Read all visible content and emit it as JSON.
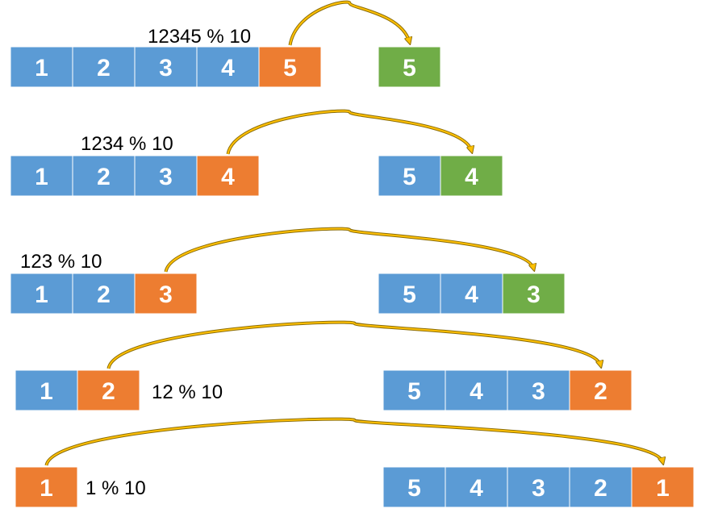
{
  "colors": {
    "normal": "#5b9bd5",
    "extracted": "#ed7d31",
    "placed": "#70ad47",
    "border": "#ffffff",
    "arrow": "#c9a227",
    "arrow_dark": "#8a6d0a",
    "arrow_head": "#ffc000"
  },
  "steps": [
    {
      "expression": "12345 % 10",
      "source": [
        {
          "label": "1",
          "state": "normal"
        },
        {
          "label": "2",
          "state": "normal"
        },
        {
          "label": "3",
          "state": "normal"
        },
        {
          "label": "4",
          "state": "normal"
        },
        {
          "label": "5",
          "state": "extracted"
        }
      ],
      "result": [
        {
          "label": "5",
          "state": "placed"
        }
      ]
    },
    {
      "expression": "1234 % 10",
      "source": [
        {
          "label": "1",
          "state": "normal"
        },
        {
          "label": "2",
          "state": "normal"
        },
        {
          "label": "3",
          "state": "normal"
        },
        {
          "label": "4",
          "state": "extracted"
        }
      ],
      "result": [
        {
          "label": "5",
          "state": "normal"
        },
        {
          "label": "4",
          "state": "placed"
        }
      ]
    },
    {
      "expression": "123 % 10",
      "source": [
        {
          "label": "1",
          "state": "normal"
        },
        {
          "label": "2",
          "state": "normal"
        },
        {
          "label": "3",
          "state": "extracted"
        }
      ],
      "result": [
        {
          "label": "5",
          "state": "normal"
        },
        {
          "label": "4",
          "state": "normal"
        },
        {
          "label": "3",
          "state": "placed"
        }
      ]
    },
    {
      "expression": "12 % 10",
      "source": [
        {
          "label": "1",
          "state": "normal"
        },
        {
          "label": "2",
          "state": "extracted"
        }
      ],
      "result": [
        {
          "label": "5",
          "state": "normal"
        },
        {
          "label": "4",
          "state": "normal"
        },
        {
          "label": "3",
          "state": "normal"
        },
        {
          "label": "2",
          "state": "extracted"
        }
      ]
    },
    {
      "expression": "1 % 10",
      "source": [
        {
          "label": "1",
          "state": "extracted"
        }
      ],
      "result": [
        {
          "label": "5",
          "state": "normal"
        },
        {
          "label": "4",
          "state": "normal"
        },
        {
          "label": "3",
          "state": "normal"
        },
        {
          "label": "2",
          "state": "normal"
        },
        {
          "label": "1",
          "state": "extracted"
        }
      ]
    }
  ]
}
